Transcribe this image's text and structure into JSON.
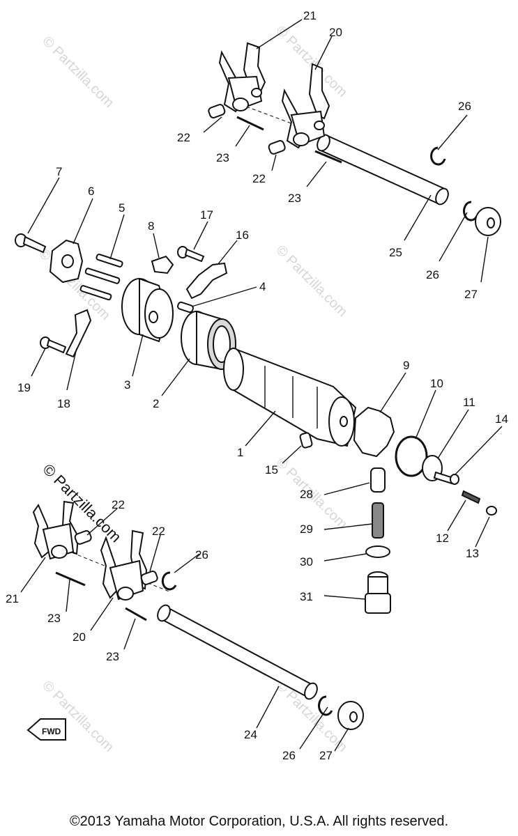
{
  "watermark": "© Partzilla.com",
  "fwd_label": "FWD",
  "copyright": "©2013 Yamaha Motor Corporation, U.S.A. All rights reserved.",
  "callouts": {
    "c1": "1",
    "c2": "2",
    "c3": "3",
    "c4": "4",
    "c5": "5",
    "c6": "6",
    "c7": "7",
    "c8": "8",
    "c9": "9",
    "c10": "10",
    "c11": "11",
    "c12": "12",
    "c13": "13",
    "c14": "14",
    "c15": "15",
    "c16": "16",
    "c17": "17",
    "c18": "18",
    "c19": "19",
    "c20": "20",
    "c21": "21",
    "c22": "22",
    "c23": "23",
    "c24": "24",
    "c25": "25",
    "c26": "26",
    "c27": "27",
    "c28": "28",
    "c29": "29",
    "c30": "30",
    "c31": "31"
  }
}
